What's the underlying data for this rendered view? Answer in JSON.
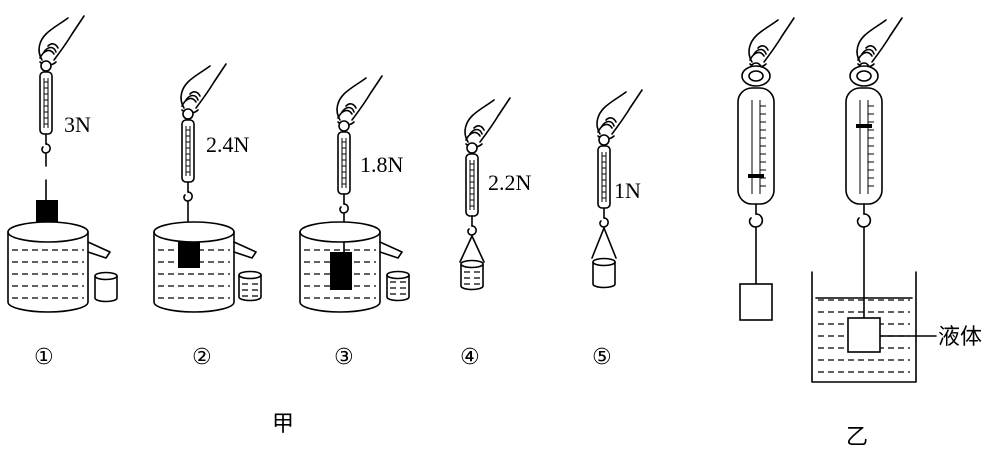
{
  "figure_jia": {
    "caption": "甲",
    "steps": [
      {
        "number": "①",
        "reading": "3N"
      },
      {
        "number": "②",
        "reading": "2.4N"
      },
      {
        "number": "③",
        "reading": "1.8N"
      },
      {
        "number": "④",
        "reading": "2.2N"
      },
      {
        "number": "⑤",
        "reading": "1N"
      }
    ]
  },
  "figure_yi": {
    "caption": "乙",
    "liquid_label": "液体"
  }
}
